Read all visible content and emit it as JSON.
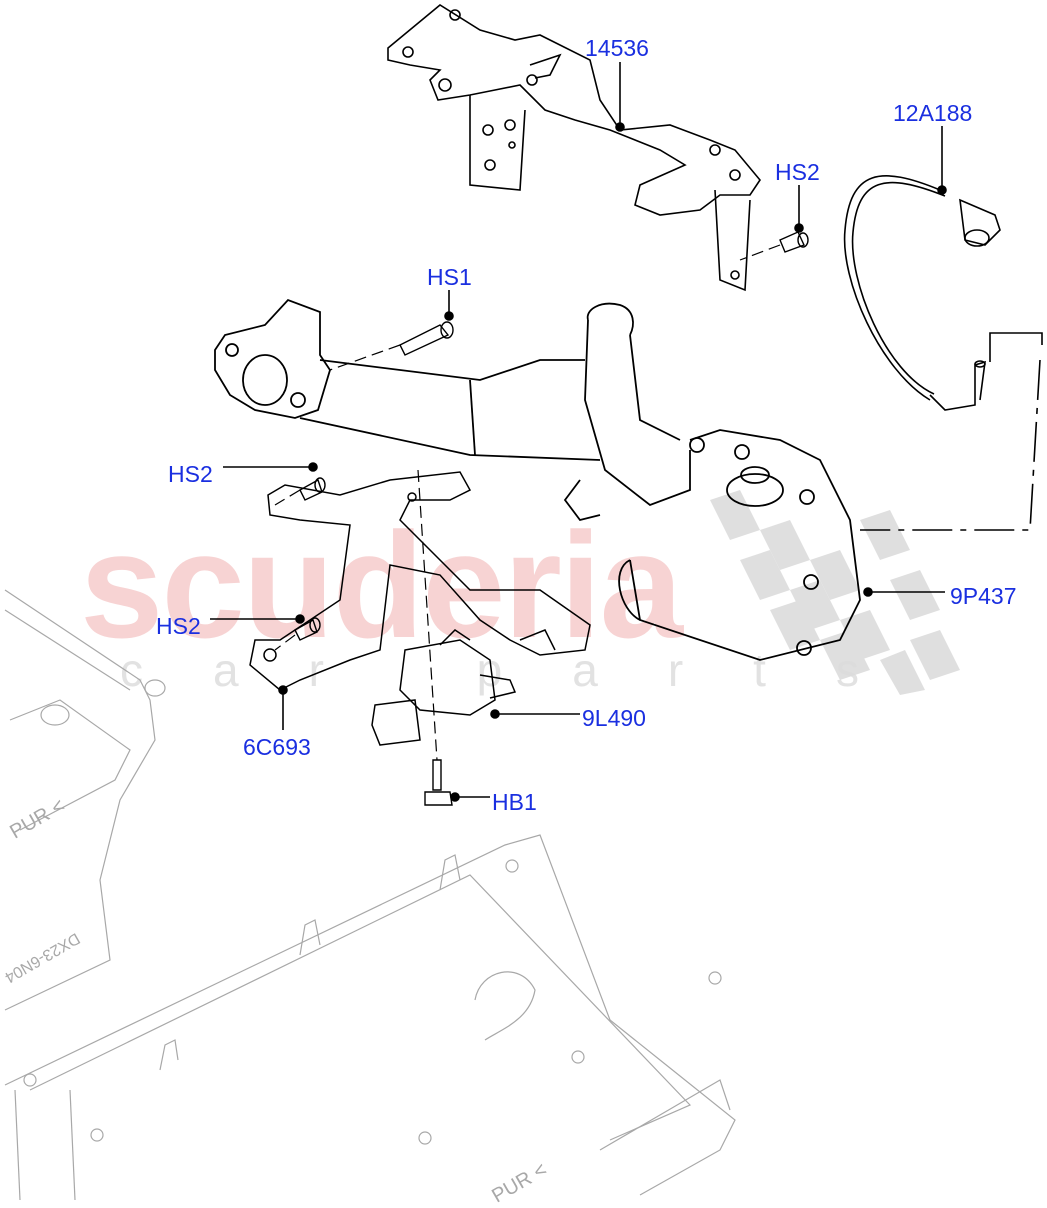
{
  "diagram": {
    "type": "exploded-parts-diagram",
    "watermark": {
      "main_text": "scuderia",
      "sub_text": "car parts",
      "main_color": "#f6cccc",
      "sub_color": "#e2e2e2"
    },
    "label_color": "#1a2fe0",
    "line_color": "#000000",
    "ghost_line_color": "#a8a8a8",
    "callouts": [
      {
        "id": "14536",
        "label": "14536",
        "part": "bracket-top"
      },
      {
        "id": "12A188",
        "label": "12A188",
        "part": "vacuum-hose"
      },
      {
        "id": "HS2-a",
        "label": "HS2",
        "part": "screw-right-bracket"
      },
      {
        "id": "HS1",
        "label": "HS1",
        "part": "bolt-pipe-flange"
      },
      {
        "id": "HS2-b",
        "label": "HS2",
        "part": "screw-left-upper"
      },
      {
        "id": "HS2-c",
        "label": "HS2",
        "part": "screw-left-lower"
      },
      {
        "id": "9P437",
        "label": "9P437",
        "part": "pump-assembly"
      },
      {
        "id": "6C693",
        "label": "6C693",
        "part": "bracket-lower"
      },
      {
        "id": "9L490",
        "label": "9L490",
        "part": "solenoid-valve"
      },
      {
        "id": "HB1",
        "label": "HB1",
        "part": "bolt-bottom"
      }
    ],
    "ghost_stamps": {
      "pur_left": "PUR <",
      "pan_code": "DX23-6N04",
      "pur_bottom": "PUR <"
    }
  }
}
